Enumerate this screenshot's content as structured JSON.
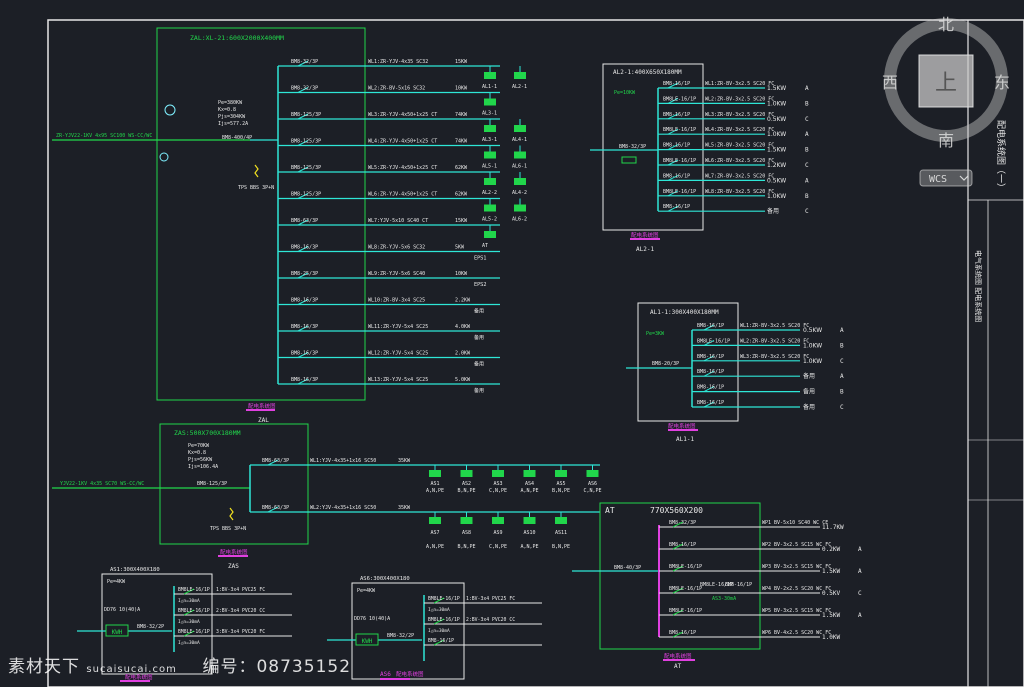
{
  "colors": {
    "bg": "#1c1f26",
    "frame": "#e6e6e6",
    "box": "#21d64b",
    "bus": "#2ee6d6",
    "text": "#e8e8e8",
    "cyan_text": "#7ff0ff",
    "magenta": "#e040e0",
    "yellow": "#f0e020"
  },
  "panels": {
    "zal": {
      "title": "ZAL:XL-21:600X2000X400MM",
      "incoming": "ZR-YJV22-1KV 4x95 SC100 WS-CC/WC",
      "breaker_main": "BM8-400/4P",
      "params": [
        "Pe=380KW",
        "Kx=0.8",
        "Pjs=304KW",
        "Ijs=577.2A"
      ],
      "spd": "TPS BBS 3P+N",
      "label_cn": "配电系统图",
      "label": "ZAL",
      "branches": [
        {
          "breaker": "BM8-32/3P",
          "cable": "WL1:ZR-YJV-4x35 SC32",
          "power": "15KW",
          "load": "AL1-1",
          "load2": "AL2-1"
        },
        {
          "breaker": "BM8-32/3P",
          "cable": "WL2:ZR-BV-5x16 SC32",
          "power": "10KW",
          "load": "AL3-1",
          "load2": ""
        },
        {
          "breaker": "BM8-125/3P",
          "cable": "WL3:ZR-YJV-4x50+1x25 CT",
          "power": "74KW",
          "load": "AL3-1",
          "load2": "AL4-1"
        },
        {
          "breaker": "BM8-125/3P",
          "cable": "WL4:ZR-YJV-4x50+1x25 CT",
          "power": "74KW",
          "load": "AL5-1",
          "load2": "AL6-1"
        },
        {
          "breaker": "BM8-125/3P",
          "cable": "WL5:ZR-YJV-4x50+1x25 CT",
          "power": "62KW",
          "load": "AL2-2",
          "load2": "AL4-2"
        },
        {
          "breaker": "BM8-125/3P",
          "cable": "WL6:ZR-YJV-4x50+1x25 CT",
          "power": "62KW",
          "load": "AL5-2",
          "load2": "AL6-2"
        },
        {
          "breaker": "BM8-63/3P",
          "cable": "WL7:YJV-5x10 SC40 CT",
          "power": "15KW",
          "load": "AT",
          "load2": ""
        },
        {
          "breaker": "BM8-16/3P",
          "cable": "WL8:ZR-YJV-5x6 SC32",
          "power": "5KW",
          "load": "EPS1",
          "load2": ""
        },
        {
          "breaker": "BM8-25/3P",
          "cable": "WL9:ZR-YJV-5x6 SC40",
          "power": "10KW",
          "load": "EPS2",
          "load2": ""
        },
        {
          "breaker": "BM8-16/3P",
          "cable": "WL10:ZR-BV-3x4 SC25",
          "power": "2.2KW",
          "load": "备用",
          "load2": ""
        },
        {
          "breaker": "BM8-16/3P",
          "cable": "WL11:ZR-YJV-5x4 SC25",
          "power": "4.0KW",
          "load": "备用",
          "load2": ""
        },
        {
          "breaker": "BM8-16/3P",
          "cable": "WL12:ZR-YJV-5x4 SC25",
          "power": "2.0KW",
          "load": "备用",
          "load2": ""
        },
        {
          "breaker": "BM8-16/3P",
          "cable": "WL13:ZR-YJV-5x4 SC25",
          "power": "5.0KW",
          "load": "备用",
          "load2": ""
        }
      ]
    },
    "zas": {
      "title": "ZAS:500X700X180MM",
      "incoming": "YJV22-1KV 4x35 SC70 WS-CC/WC",
      "breaker_main": "BM8-125/3P",
      "params": [
        "Pe=70KW",
        "Kx=0.8",
        "Pjs=56KW",
        "Ijs=106.4A"
      ],
      "spd": "TPS BBS 3P+N",
      "label_cn": "配电系统图",
      "label": "ZAS",
      "branches": [
        {
          "breaker": "BM8-63/3P",
          "cable": "WL1:YJV-4x35+1x16 SC50",
          "power": "35KW"
        },
        {
          "breaker": "BM8-63/3P",
          "cable": "WL2:YJV-4x35+1x16 SC50",
          "power": "35KW"
        }
      ],
      "loads_top": [
        {
          "name": "AS1",
          "sub": "A,N,PE"
        },
        {
          "name": "AS2",
          "sub": "B,N,PE"
        },
        {
          "name": "AS3",
          "sub": "C,N,PE"
        },
        {
          "name": "AS4",
          "sub": "A,N,PE"
        },
        {
          "name": "AS5",
          "sub": "B,N,PE"
        },
        {
          "name": "AS6",
          "sub": "C,N,PE"
        }
      ],
      "loads_bottom": [
        {
          "name": "AS7",
          "sub": "A,N,PE"
        },
        {
          "name": "AS8",
          "sub": "B,N,PE"
        },
        {
          "name": "AS9",
          "sub": "C,N,PE"
        },
        {
          "name": "AS10",
          "sub": "A,N,PE"
        },
        {
          "name": "AS11",
          "sub": "B,N,PE"
        }
      ]
    },
    "al2": {
      "title": "AL2-1:400X650X180MM",
      "pe": "Pe=10KW",
      "main_breaker": "BM8-32/3P",
      "label_cn": "配电系统图",
      "label": "AL2-1",
      "rows": [
        {
          "breaker": "BM8-16/1P",
          "cable": "WL1:ZR-BV-3x2.5 SC20 FC",
          "power": "1.5KW",
          "phase": "A"
        },
        {
          "breaker": "BM8LE-16/1P",
          "cable": "WL2:ZR-BV-3x2.5 SC20 FC",
          "power": "1.0KW",
          "phase": "B"
        },
        {
          "breaker": "BM8-16/1P",
          "cable": "WL3:ZR-BV-3x2.5 SC20 FC",
          "power": "0.5KW",
          "phase": "C"
        },
        {
          "breaker": "BM8LE-16/1P",
          "cable": "WL4:ZR-BV-3x2.5 SC20 FC",
          "power": "1.0KW",
          "phase": "A"
        },
        {
          "breaker": "BM8-16/1P",
          "cable": "WL5:ZR-BV-3x2.5 SC20 FC",
          "power": "1.5KW",
          "phase": "B"
        },
        {
          "breaker": "BM8LE-16/1P",
          "cable": "WL6:ZR-BV-3x2.5 SC20 FC",
          "power": "1.2KW",
          "phase": "C"
        },
        {
          "breaker": "BM8-16/1P",
          "cable": "WL7:ZR-BV-3x2.5 SC20 FC",
          "power": "0.5KW",
          "phase": "A"
        },
        {
          "breaker": "BM8LE-16/1P",
          "cable": "WL8:ZR-BV-3x2.5 SC20 FC",
          "power": "1.0KW",
          "phase": "B"
        },
        {
          "breaker": "BM8-16/1P",
          "cable": "",
          "power": "备用",
          "phase": "C"
        }
      ]
    },
    "al1": {
      "title": "AL1-1:300X400X180MM",
      "pe": "Pe=3KW",
      "main_breaker": "BM8-20/3P",
      "label_cn": "配电系统图",
      "label": "AL1-1",
      "rows": [
        {
          "breaker": "BM8-16/1P",
          "cable": "WL1:ZR-BV-3x2.5 SC20 FC",
          "power": "0.5KW",
          "phase": "A"
        },
        {
          "breaker": "BM8LE-16/1P",
          "cable": "WL2:ZR-BV-3x2.5 SC20 FC",
          "power": "1.0KW",
          "phase": "B"
        },
        {
          "breaker": "BM8-16/1P",
          "cable": "WL3:ZR-BV-3x2.5 SC20 FC",
          "power": "1.0KW",
          "phase": "C"
        },
        {
          "breaker": "BM8-16/1P",
          "cable": "",
          "power": "备用",
          "phase": "A"
        },
        {
          "breaker": "BM8-16/1P",
          "cable": "",
          "power": "备用",
          "phase": "B"
        },
        {
          "breaker": "BM8-16/1P",
          "cable": "",
          "power": "备用",
          "phase": "C"
        }
      ]
    },
    "at": {
      "title": "AT",
      "dims": "770X560X200",
      "main_breaker": "BM8-40/3P",
      "label_cn": "配电系统图",
      "label": "AT",
      "rows": [
        {
          "breaker": "BM8-32/3P",
          "cable": "WP1  BV-5x10 SC40 WC CE",
          "power": "11.7KW",
          "note": ""
        },
        {
          "breaker": "BM8-16/1P",
          "cable": "WP2  BV-3x2.5 SC15 WC FC",
          "power": "0.2KW",
          "note": "A"
        },
        {
          "breaker": "BM8LE-16/1P",
          "cable": "WP3  BV-3x2.5 SC15 WC FC",
          "power": "1.5KW",
          "note": "A"
        },
        {
          "breaker": "BM8LE-16/1P",
          "cable": "WP4  BV-2x2.5 SC20 WC FC",
          "power": "0.5KV",
          "note": "C"
        },
        {
          "breaker": "BM8LE-16/1P",
          "cable": "WP5  BV-3x2.5 SC15 WC FC",
          "power": "1.5KW",
          "note": "A"
        },
        {
          "breaker": "BM8-16/1P",
          "cable": "WP6  BV-4x2.5 SC20 WC FC",
          "power": "1.0KW",
          "note": ""
        }
      ],
      "mid_breaker": "BM8LE-16/1P",
      "mid_breaker2": "BM8-16/1P",
      "mid_label": "AS3-30mA"
    },
    "as1": {
      "title": "AS1:300X400X180",
      "pe": "Pe=4KW",
      "meter": "DD76 10(40)A",
      "kwh": "KWH",
      "main_breaker": "BM8-32/2P",
      "rows": [
        {
          "breaker": "BM8LE-16/1P",
          "cable": "1:BV-3x4 PVC25 FC",
          "sub": "I△n=30mA"
        },
        {
          "breaker": "BM8LE-16/1P",
          "cable": "2:BV-3x4 PVC20 CC",
          "sub": "I△n=30mA"
        },
        {
          "breaker": "BM8LE-16/1P",
          "cable": "3:BV-3x4 PVC20 FC",
          "sub": "I△n=30mA"
        }
      ],
      "label_cn": "配电系统图"
    },
    "as6": {
      "title": "AS6:300X400X180",
      "pe": "Pe=4KW",
      "meter": "DD76 10(40)A",
      "kwh": "KWH",
      "main_breaker": "BM8-32/2P",
      "rows": [
        {
          "breaker": "BM8LE-16/1P",
          "cable": "1:BV-3x4 PVC25 FC",
          "sub": "I△n=30mA"
        },
        {
          "breaker": "BM8LE-16/1P",
          "cable": "2:BV-3x4 PVC20 CC",
          "sub": "I△n=30mA"
        },
        {
          "breaker": "BM8-16/1P",
          "cable": "",
          "sub": ""
        }
      ],
      "label": "AS6",
      "label_cn": "配电系统图"
    }
  },
  "viewcube": {
    "north": "北",
    "south": "南",
    "west": "西",
    "east": "东",
    "top": "上",
    "wcs": "WCS"
  },
  "title_block": {
    "sheet_title": "配电系统图（一）",
    "vertical_note": "电气系统图 配电系统图"
  },
  "watermark": {
    "site_cn": "素材天下",
    "site": "sucaisucai.com",
    "id_label": "编号：08735152"
  }
}
